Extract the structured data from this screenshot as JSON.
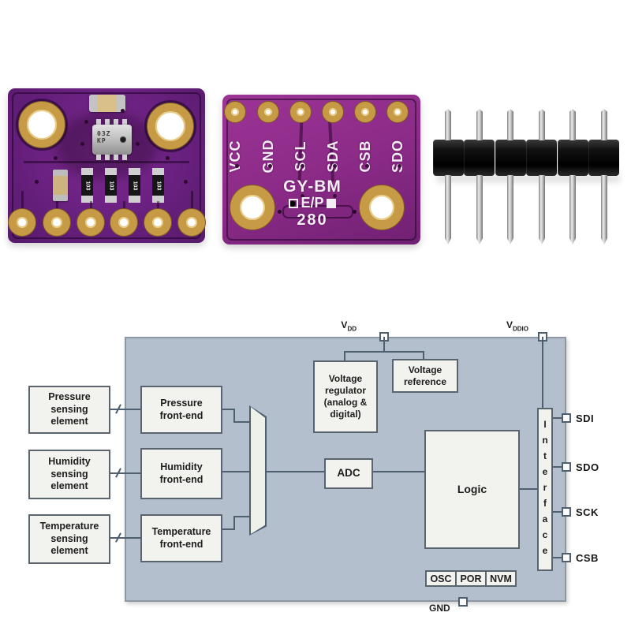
{
  "product": {
    "board_back": {
      "chip_marking": "03Z\nKP",
      "resistor_marking": "103"
    },
    "board_front": {
      "pin_labels": [
        "VCC",
        "GND",
        "SCL",
        "SDA",
        "CSB",
        "SDO"
      ],
      "silkscreen_title": "GY-BM",
      "silkscreen_variant": "E/P",
      "silkscreen_number": "280"
    },
    "pin_header": {
      "pin_count": 6
    }
  },
  "diagram": {
    "supply_pins": {
      "vdd_base": "V",
      "vdd_sub": "DD",
      "vddio_base": "V",
      "vddio_sub": "DDIO",
      "gnd": "GND"
    },
    "blocks": {
      "pressure_sensing": "Pressure\nsensing\nelement",
      "humidity_sensing": "Humidity\nsensing\nelement",
      "temperature_sensing": "Temperature\nsensing\nelement",
      "pressure_frontend": "Pressure\nfront-end",
      "humidity_frontend": "Humidity\nfront-end",
      "temperature_frontend": "Temperature\nfront-end",
      "voltage_regulator": "Voltage\nregulator\n(analog &\ndigital)",
      "voltage_reference": "Voltage\nreference",
      "adc": "ADC",
      "logic": "Logic",
      "interface": "Interface",
      "osc": "OSC",
      "por": "POR",
      "nvm": "NVM"
    },
    "interface_pins": [
      "SDI",
      "SDO",
      "SCK",
      "CSB"
    ],
    "colors": {
      "diagram_fill": "#b4bfce",
      "diagram_line": "#4e5f70",
      "block_fill": "#f2f3ee",
      "pcb_back": "#6b2181",
      "pcb_front": "#8c2b88",
      "gold_pad": "#c79a45"
    }
  }
}
